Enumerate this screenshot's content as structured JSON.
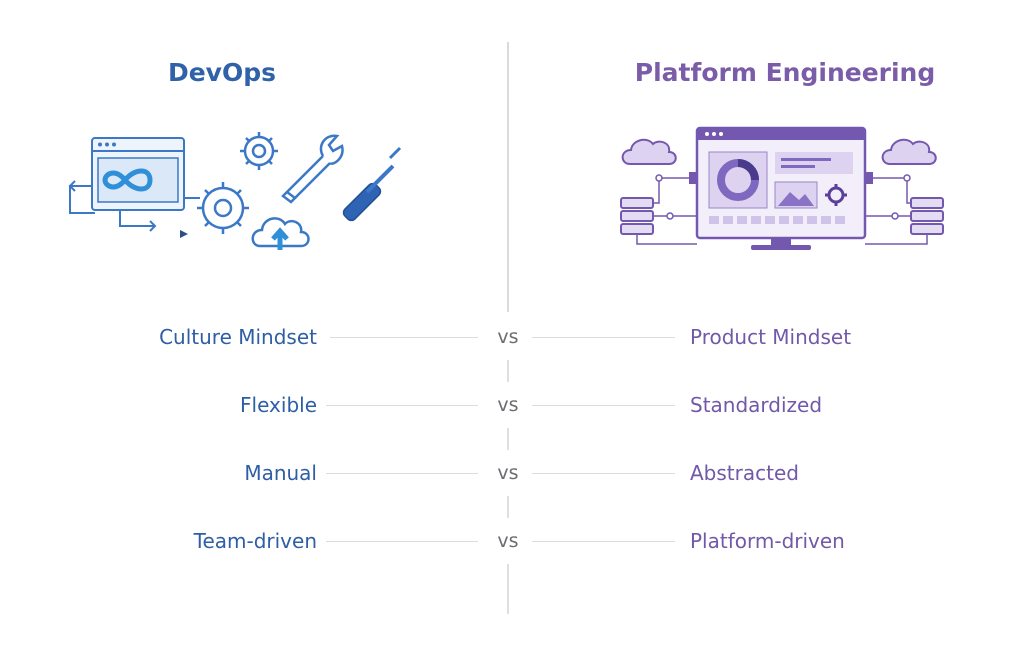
{
  "left": {
    "title": "DevOps",
    "accent": "#2f62a8",
    "icons": [
      "browser-infinity-icon",
      "gear-icon",
      "wrench-icon",
      "screwdriver-icon",
      "cloud-upload-icon",
      "refresh-arrow-icon"
    ]
  },
  "right": {
    "title": "Platform Engineering",
    "accent": "#7b5ca8",
    "icons": [
      "monitor-dashboard-icon",
      "cloud-icon",
      "server-icon",
      "gear-icon"
    ]
  },
  "rows": [
    {
      "left": "Culture Mindset",
      "vs": "vs",
      "right": "Product Mindset"
    },
    {
      "left": "Flexible",
      "vs": "vs",
      "right": "Standardized"
    },
    {
      "left": "Manual",
      "vs": "vs",
      "right": "Abstracted"
    },
    {
      "left": "Team-driven",
      "vs": "vs",
      "right": "Platform-driven"
    }
  ]
}
